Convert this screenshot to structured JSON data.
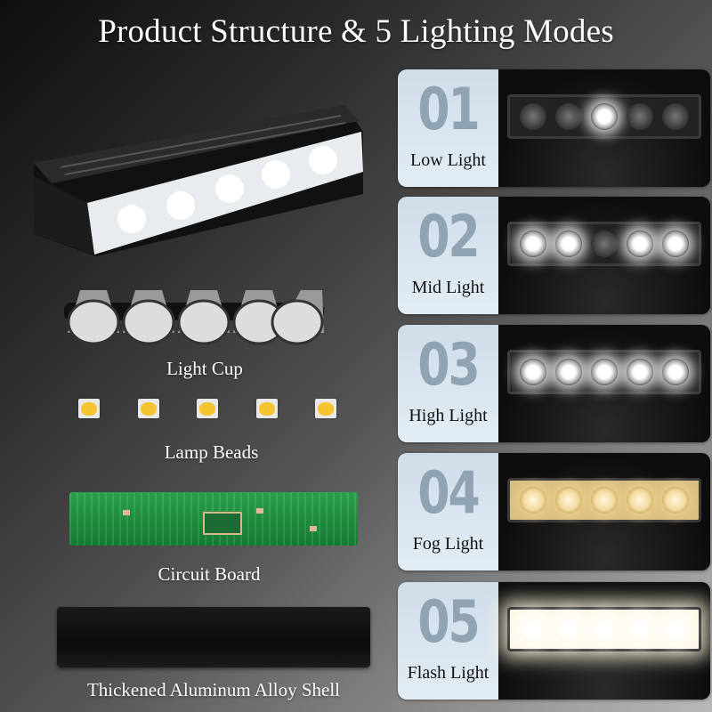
{
  "title": "Product Structure & 5 Lighting Modes",
  "parts": [
    {
      "label": "Light Cup"
    },
    {
      "label": "Lamp Beads"
    },
    {
      "label": "Circuit Board"
    },
    {
      "label": "Thickened Aluminum Alloy Shell"
    }
  ],
  "modes": [
    {
      "number": "01",
      "label": "Low Light"
    },
    {
      "number": "02",
      "label": "Mid Light"
    },
    {
      "number": "03",
      "label": "High Light"
    },
    {
      "number": "04",
      "label": "Fog Light"
    },
    {
      "number": "05",
      "label": "Flash Light"
    }
  ],
  "colors": {
    "label_panel": "#dbe6ef",
    "number": "#8fa3b2",
    "bead": "#f5c431",
    "pcb": "#1f8f3e"
  }
}
